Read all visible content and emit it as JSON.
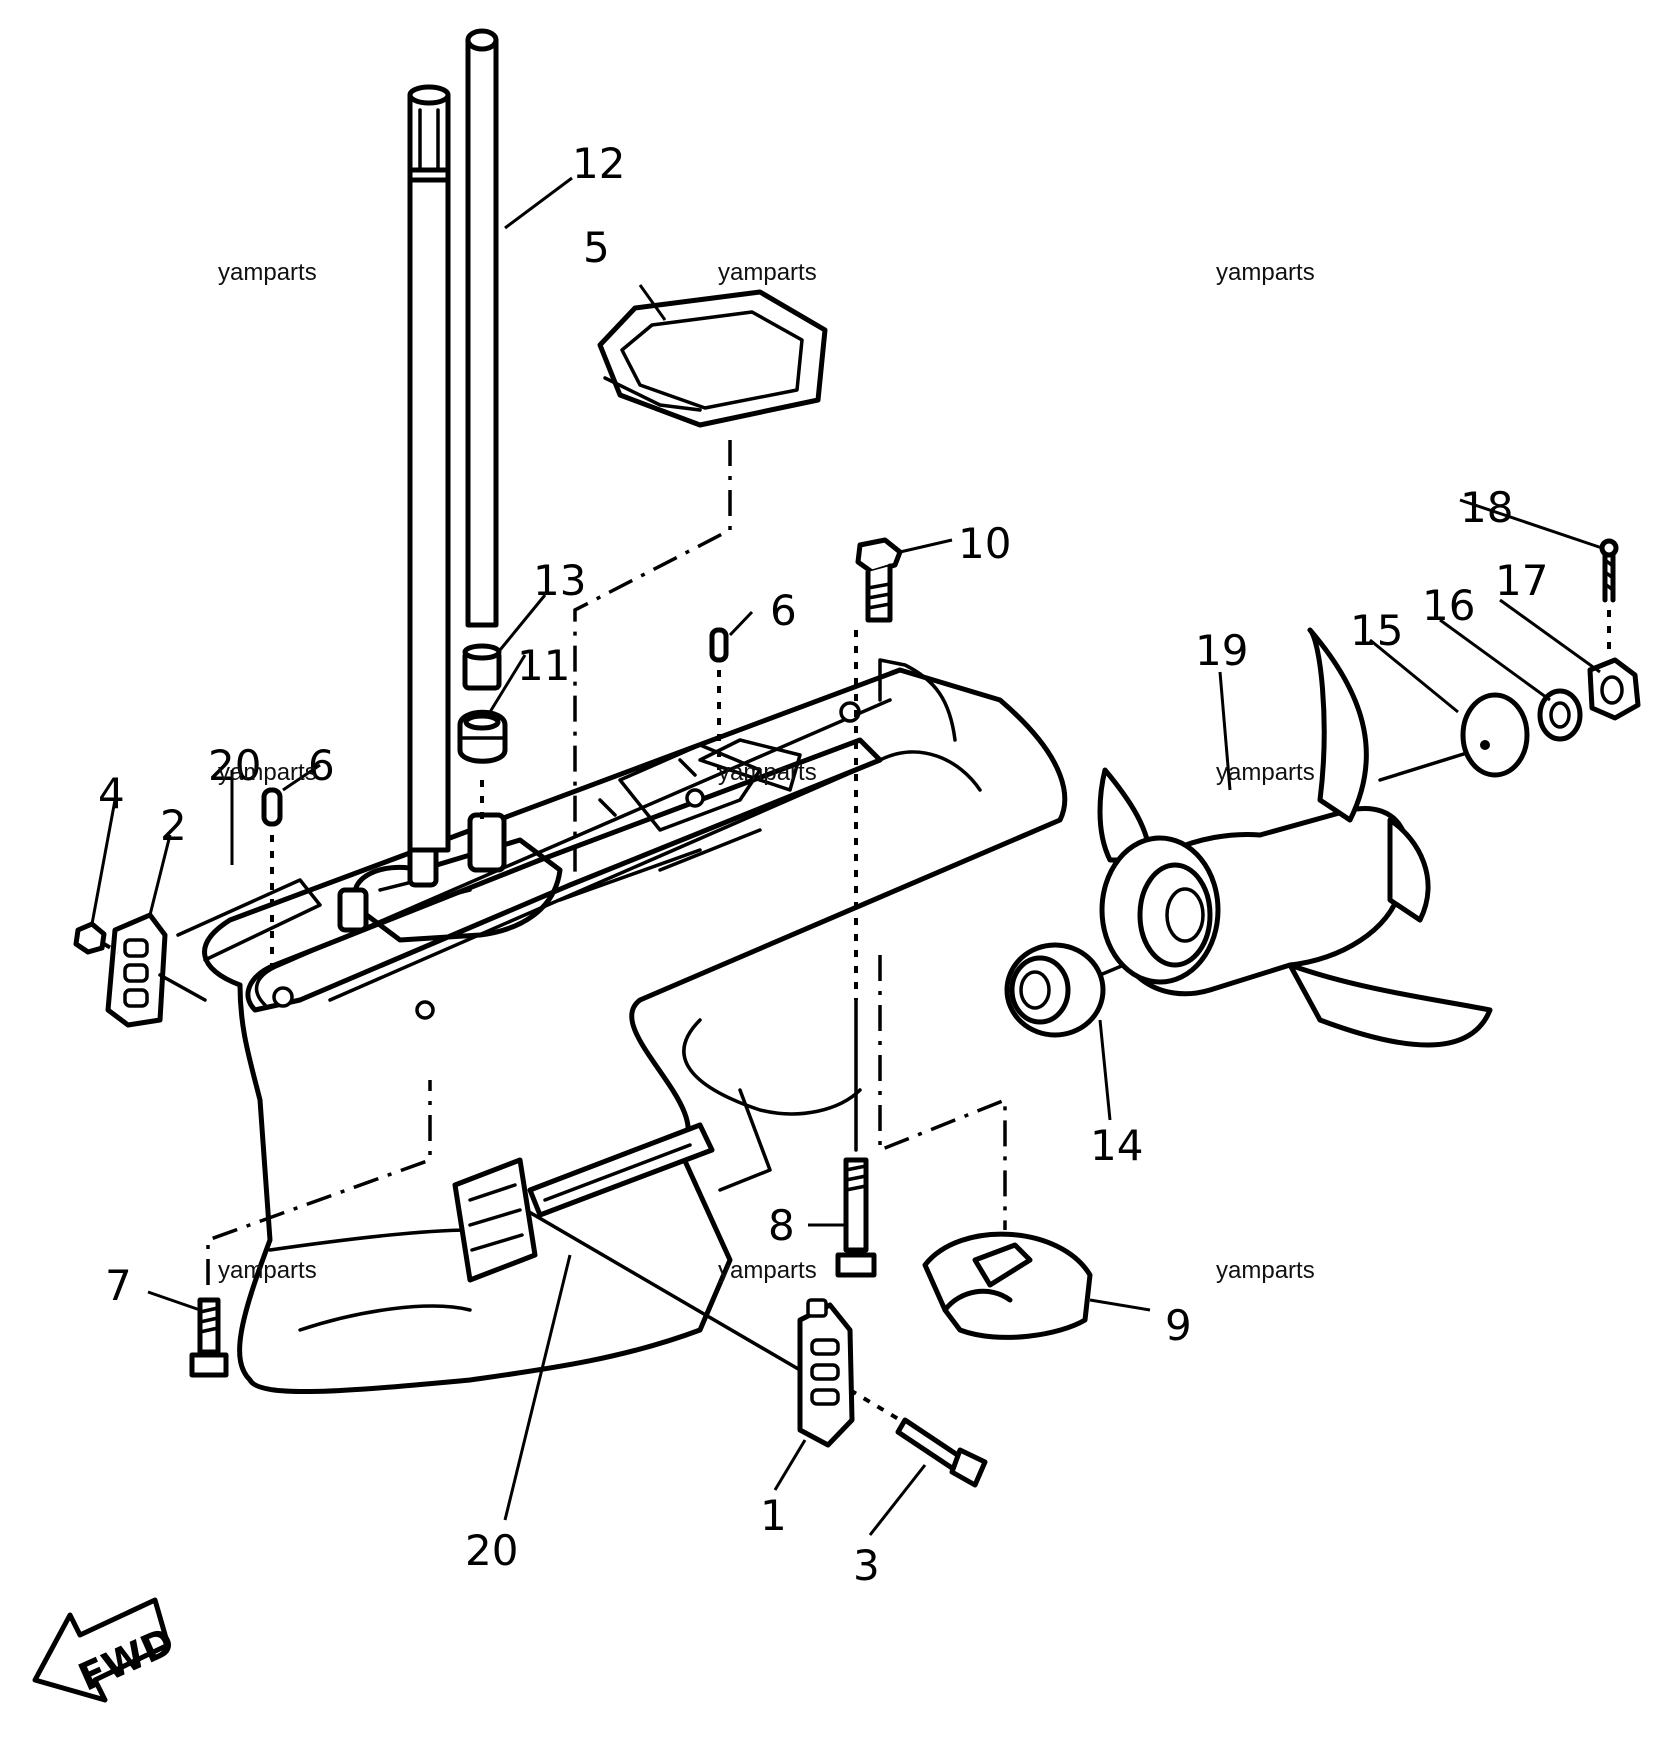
{
  "watermark": "yamparts",
  "direction_label": "FWD",
  "callouts": {
    "c1": "1",
    "c2": "2",
    "c3": "3",
    "c4": "4",
    "c5": "5",
    "c6a": "6",
    "c6b": "6",
    "c7": "7",
    "c8": "8",
    "c9": "9",
    "c10": "10",
    "c11": "11",
    "c12": "12",
    "c13": "13",
    "c14": "14",
    "c15": "15",
    "c16": "16",
    "c17": "17",
    "c18": "18",
    "c19": "19",
    "c20a": "20",
    "c20b": "20"
  }
}
